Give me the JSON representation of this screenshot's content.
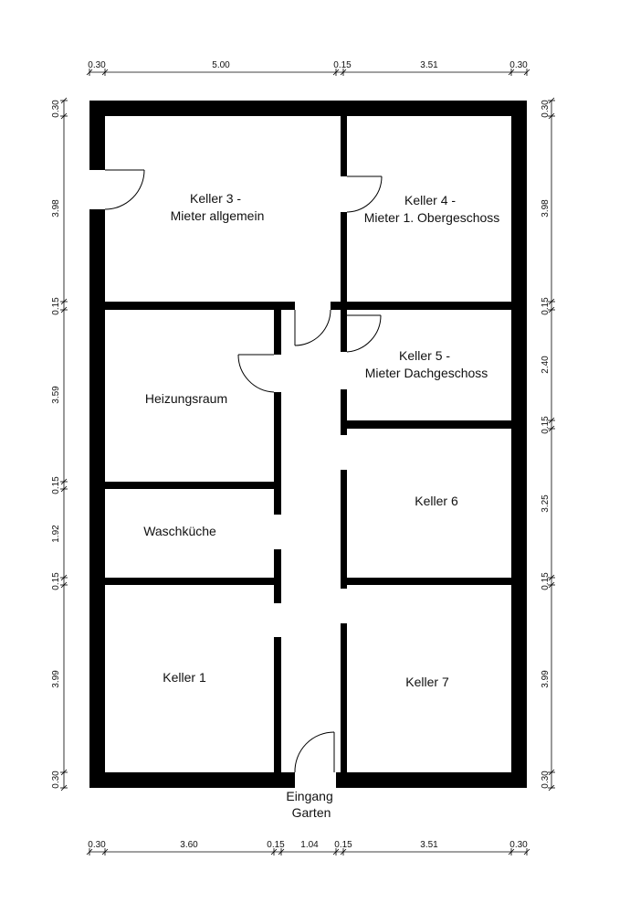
{
  "rooms": {
    "keller3": [
      "Keller 3 -",
      "Mieter allgemein"
    ],
    "keller4": [
      "Keller 4 -",
      "Mieter 1. Obergeschoss"
    ],
    "keller5": [
      "Keller 5 -",
      "Mieter Dachgeschoss"
    ],
    "heizung": [
      "Heizungsraum"
    ],
    "keller6": [
      "Keller 6"
    ],
    "waschkueche": [
      "Waschküche"
    ],
    "keller1": [
      "Keller 1"
    ],
    "keller7": [
      "Keller 7"
    ],
    "eingang": [
      "Eingang",
      "Garten"
    ]
  },
  "dimensions": {
    "top": [
      "0.30",
      "5.00",
      "0.15",
      "3.51",
      "0.30"
    ],
    "bottom": [
      "0.30",
      "3.60",
      "0.15",
      "1.04",
      "0.15",
      "3.51",
      "0.30"
    ],
    "left": [
      "0.30",
      "3.98",
      "0.15",
      "3.59",
      "0.15",
      "1.92",
      "0.15",
      "3.99",
      "0.30"
    ],
    "right": [
      "0.30",
      "3.98",
      "0.15",
      "2.40",
      "0.15",
      "3.25",
      "0.15",
      "3.99",
      "0.30"
    ]
  }
}
